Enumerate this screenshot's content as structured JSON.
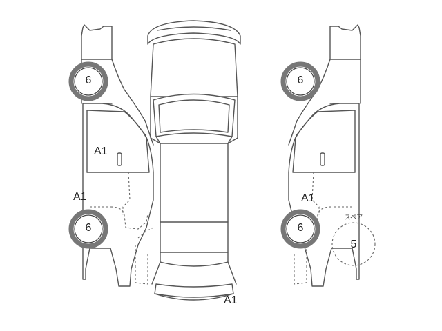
{
  "tires": {
    "front_left": "6",
    "front_right": "6",
    "rear_left": "6",
    "rear_right": "6"
  },
  "spare": {
    "title": "スペア",
    "value": "5"
  },
  "damage_marks": {
    "left_door": "A1",
    "left_rear": "A1",
    "right_rear": "A1",
    "rear_bumper": "A1"
  }
}
